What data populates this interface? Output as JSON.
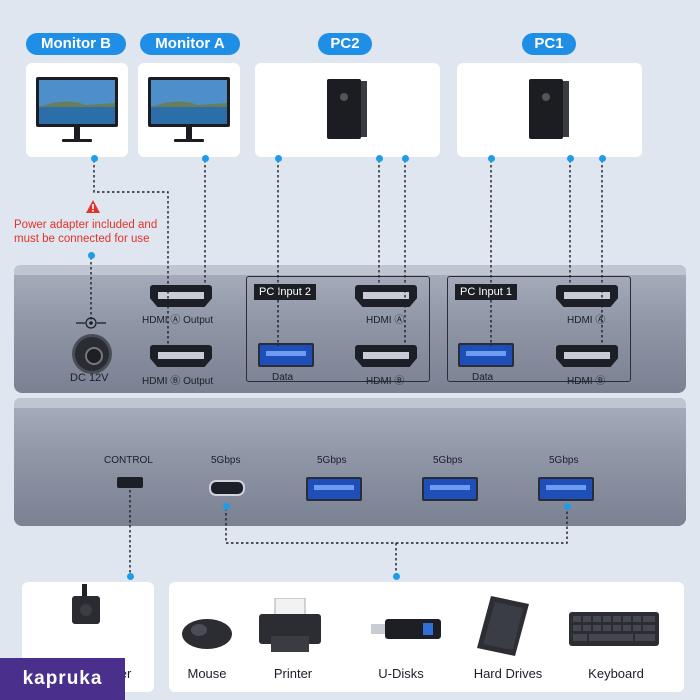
{
  "labels": {
    "monitor_b": "Monitor B",
    "monitor_a": "Monitor A",
    "pc2": "PC2",
    "pc1": "PC1"
  },
  "warning": {
    "line1": "Power adapter included and",
    "line2": "must be connected for use"
  },
  "top_device": {
    "dc_label": "DC 12V",
    "hdmi_a_output": "HDMI Ⓐ Output",
    "hdmi_b_output": "HDMI Ⓑ Output",
    "pc_input_2": {
      "tag": "PC Input 2",
      "hdmi_a": "HDMI Ⓐ",
      "data": "Data",
      "hdmi_b": "HDMI Ⓑ"
    },
    "pc_input_1": {
      "tag": "PC Input 1",
      "hdmi_a": "HDMI Ⓐ",
      "data": "Data",
      "hdmi_b": "HDMI Ⓑ"
    }
  },
  "bottom_device": {
    "control": "CONTROL",
    "port_labels": [
      "5Gbps",
      "5Gbps",
      "5Gbps",
      "5Gbps"
    ]
  },
  "peripherals": {
    "controller": "ller",
    "items": [
      "Mouse",
      "Printer",
      "U-Disks",
      "Hard Drives",
      "Keyboard"
    ]
  },
  "logo_text": "kapruka",
  "colors": {
    "accent": "#1f8fe6",
    "warning": "#e0332b",
    "connector": "#1f9ce8",
    "logo_bg": "#4a2f8c"
  },
  "icons": [
    "monitor-icon",
    "pc-tower-icon",
    "warning-icon",
    "dc-power-symbol-icon",
    "mouse-icon",
    "printer-icon",
    "usb-drive-icon",
    "hard-drive-icon",
    "keyboard-icon",
    "controller-icon"
  ]
}
